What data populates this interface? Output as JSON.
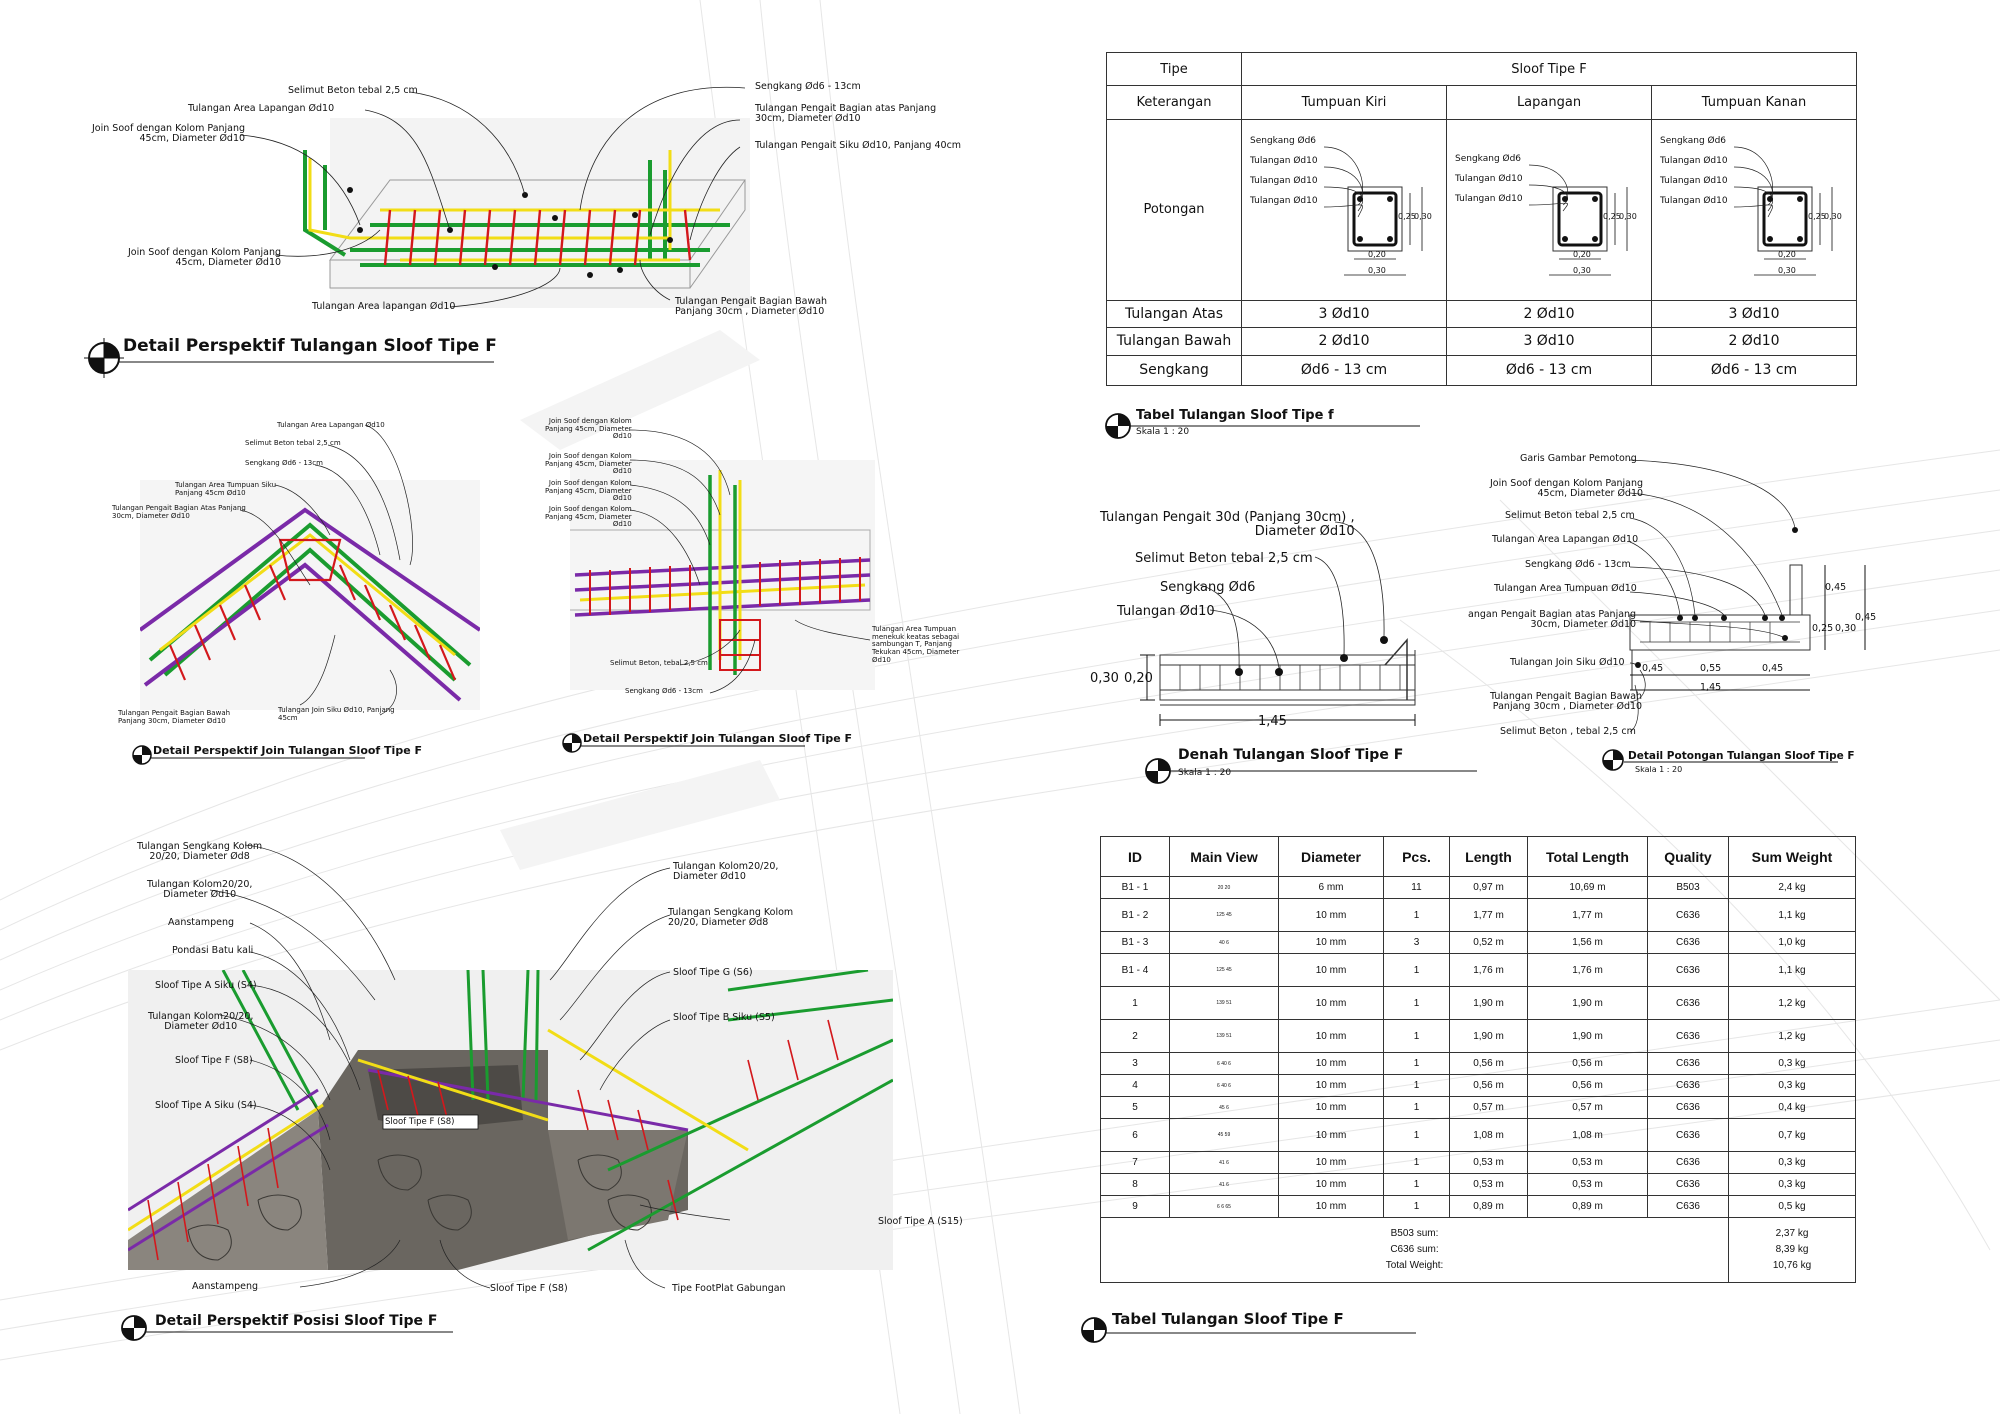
{
  "colors": {
    "green": "#1a9c2f",
    "red": "#d3181c",
    "yellow": "#f2dd16",
    "purple": "#7a2aa8",
    "stone": "#6a6660",
    "line": "#222222"
  },
  "detail1": {
    "title": "Detail Perspektif Tulangan Sloof Tipe F",
    "labels": {
      "selimut": "Selimut Beton tebal 2,5 cm",
      "area_lap_top": "Tulangan Area Lapangan Ød10",
      "join1": "Join Soof dengan Kolom Panjang\n45cm, Diameter Ød10",
      "join2": "Join Soof dengan Kolom Panjang\n45cm, Diameter Ød10",
      "area_lap_bottom": "Tulangan Area lapangan Ød10",
      "sengkang": "Sengkang Ød6 - 13cm",
      "pengait_atas": "Tulangan Pengait Bagian atas Panjang\n30cm, Diameter Ød10",
      "pengait_siku": "Tulangan Pengait Siku Ød10, Panjang 40cm",
      "pengait_bawah": "Tulangan Pengait Bagian Bawah\nPanjang 30cm , Diameter Ød10"
    }
  },
  "detail2": {
    "title": "Detail Perspektif Join Tulangan Sloof Tipe F",
    "labels": {
      "a": "Tulangan Area Lapangan Ød10",
      "b": "Selimut Beton tebal 2,5 cm",
      "c": "Sengkang Ød6 - 13cm",
      "d": "Tulangan Area Tumpuan Siku\nPanjang 45cm Ød10",
      "e": "Tulangan Pengait Bagian Atas Panjang\n30cm, Diameter Ød10",
      "f": "Tulangan Pengait Bagian Bawah\nPanjang 30cm, Diameter Ød10",
      "g": "Tulangan Join Siku Ød10, Panjang\n45cm"
    }
  },
  "detail3": {
    "title": "Detail Perspektif Join Tulangan Sloof Tipe F",
    "labels": {
      "a": "Join Soof dengan Kolom\nPanjang 45cm, Diameter\nØd10",
      "b": "Join Soof dengan Kolom\nPanjang 45cm, Diameter\nØd10",
      "c": "Join Soof dengan Kolom\nPanjang 45cm, Diameter\nØd10",
      "d": "Join Soof dengan Kolom\nPanjang 45cm, Diameter\nØd10",
      "e": "Tulangan Area Tumpuan\nmenekuk keatas sebagai\nsambungan T, Panjang\nTekukan 45cm, Diameter\nØd10",
      "f": "Selimut Beton, tebal 2,5 cm",
      "g": "Sengkang Ød6 - 13cm"
    }
  },
  "detail4": {
    "title": "Detail Perspektif Posisi Sloof Tipe F",
    "labels": {
      "a": "Tulangan Sengkang Kolom\n20/20, Diameter Ød8",
      "b": "Tulangan Kolom20/20,\nDiameter Ød10",
      "c": "Aanstampeng",
      "d": "Pondasi Batu kali",
      "e": "Sloof Tipe A Siku (S4)",
      "f": "Tulangan Kolom20/20,\nDiameter Ød10",
      "g": "Sloof Tipe F (S8)",
      "h": "Sloof Tipe A Siku (S4)",
      "i": "Aanstampeng",
      "j": "Sloof Tipe F (S8)",
      "k": "Tipe FootPlat Gabungan",
      "l": "Sloof Tipe A (S15)",
      "m": "Tulangan Kolom20/20,\nDiameter Ød10",
      "n": "Tulangan Sengkang Kolom\n20/20, Diameter Ød8",
      "o": "Sloof Tipe G (S6)",
      "p": "Sloof Tipe B Siku (S5)",
      "tag": "Sloof Tipe F (S8)"
    }
  },
  "table_f": {
    "title": "Tabel Tulangan Sloof Tipe f",
    "scale": "Skala 1 : 20",
    "tipe_label": "Tipe",
    "tipe_value": "Sloof Tipe F",
    "keterangan_label": "Keterangan",
    "columns": [
      "Tumpuan Kiri",
      "Lapangan",
      "Tumpuan Kanan"
    ],
    "potongan_label": "Potongan",
    "sections": [
      {
        "labels": [
          "Sengkang Ød6",
          "Tulangan Ød10",
          "Tulangan Ød10",
          "Tulangan Ød10"
        ],
        "dim_h": "0,25",
        "dim_h2": "0,30",
        "dim_w": "0,20",
        "dim_w2": "0,30"
      },
      {
        "labels": [
          "Sengkang Ød6",
          "Tulangan Ød10",
          "Tulangan Ød10"
        ],
        "dim_h": "0,25",
        "dim_h2": "0,30",
        "dim_w": "0,20",
        "dim_w2": "0,30"
      },
      {
        "labels": [
          "Sengkang Ød6",
          "Tulangan Ød10",
          "Tulangan Ød10",
          "Tulangan Ød10"
        ],
        "dim_h": "0,25",
        "dim_h2": "0,30",
        "dim_w": "0,20",
        "dim_w2": "0,30"
      }
    ],
    "rows": [
      {
        "label": "Tulangan Atas",
        "values": [
          "3  Ød10",
          "2  Ød10",
          "3  Ød10"
        ]
      },
      {
        "label": "Tulangan Bawah",
        "values": [
          "2  Ød10",
          "3  Ød10",
          "2  Ød10"
        ]
      },
      {
        "label": "Sengkang",
        "values": [
          "Ød6 - 13 cm",
          "Ød6 - 13 cm",
          "Ød6 - 13 cm"
        ]
      }
    ]
  },
  "denah": {
    "title": "Denah Tulangan Sloof Tipe F",
    "scale": "Skala 1 : 20",
    "labels": {
      "pengait": "Tulangan Pengait 30d (Panjang 30cm) ,\nDiameter Ød10",
      "selimut": "Selimut Beton tebal 2,5 cm",
      "sengkang": "Sengkang Ød6",
      "tulangan": "Tulangan Ød10"
    },
    "dims": {
      "h1": "0,30",
      "h2": "0,20",
      "length": "1,45"
    }
  },
  "potongan": {
    "title": "Detail Potongan Tulangan Sloof Tipe F",
    "scale": "Skala 1 : 20",
    "labels": {
      "a": "Garis Gambar Pemotong",
      "b": "Join Soof dengan Kolom Panjang\n45cm, Diameter Ød10",
      "c": "Selimut Beton tebal 2,5 cm",
      "d": "Tulangan Area Lapangan Ød10",
      "e": "Sengkang Ød6 - 13cm",
      "f": "Tulangan Area Tumpuan Ød10",
      "g": "angan Pengait Bagian atas Panjang\n30cm, Diameter Ød10",
      "h": "Tulangan Join Siku Ød10",
      "i": "Tulangan Pengait Bagian Bawah\nPanjang 30cm , Diameter Ød10",
      "j": "Selimut Beton , tebal 2,5 cm"
    },
    "dims": {
      "v1": "0,45",
      "v2": "0,45",
      "v3": "0,25",
      "v4": "0,30",
      "s1": "0,45",
      "s2": "0,55",
      "s3": "0,45",
      "total": "1,45"
    }
  },
  "bbs": {
    "title": "Tabel Tulangan Sloof Tipe F",
    "headers": [
      "ID",
      "Main View",
      "Diameter",
      "Pcs.",
      "Length",
      "Total Length",
      "Quality",
      "Sum Weight"
    ],
    "rows": [
      {
        "id": "B1 - 1",
        "view": "20 20",
        "dia": "6 mm",
        "pcs": "11",
        "len": "0,97 m",
        "total": "10,69 m",
        "q": "B503",
        "w": "2,4 kg"
      },
      {
        "id": "B1 - 2",
        "view": "125 45",
        "dia": "10 mm",
        "pcs": "1",
        "len": "1,77 m",
        "total": "1,77 m",
        "q": "C636",
        "w": "1,1 kg"
      },
      {
        "id": "B1 - 3",
        "view": "40 6",
        "dia": "10 mm",
        "pcs": "3",
        "len": "0,52 m",
        "total": "1,56 m",
        "q": "C636",
        "w": "1,0 kg"
      },
      {
        "id": "B1 - 4",
        "view": "125 45",
        "dia": "10 mm",
        "pcs": "1",
        "len": "1,76 m",
        "total": "1,76 m",
        "q": "C636",
        "w": "1,1 kg"
      },
      {
        "id": "1",
        "view": "139 51",
        "dia": "10 mm",
        "pcs": "1",
        "len": "1,90 m",
        "total": "1,90 m",
        "q": "C636",
        "w": "1,2 kg"
      },
      {
        "id": "2",
        "view": "139 51",
        "dia": "10 mm",
        "pcs": "1",
        "len": "1,90 m",
        "total": "1,90 m",
        "q": "C636",
        "w": "1,2 kg"
      },
      {
        "id": "3",
        "view": "6 40 6",
        "dia": "10 mm",
        "pcs": "1",
        "len": "0,56 m",
        "total": "0,56 m",
        "q": "C636",
        "w": "0,3 kg"
      },
      {
        "id": "4",
        "view": "6 40 6",
        "dia": "10 mm",
        "pcs": "1",
        "len": "0,56 m",
        "total": "0,56 m",
        "q": "C636",
        "w": "0,3 kg"
      },
      {
        "id": "5",
        "view": "45 6",
        "dia": "10 mm",
        "pcs": "1",
        "len": "0,57 m",
        "total": "0,57 m",
        "q": "C636",
        "w": "0,4 kg"
      },
      {
        "id": "6",
        "view": "45 59",
        "dia": "10 mm",
        "pcs": "1",
        "len": "1,08 m",
        "total": "1,08 m",
        "q": "C636",
        "w": "0,7 kg"
      },
      {
        "id": "7",
        "view": "41 6",
        "dia": "10 mm",
        "pcs": "1",
        "len": "0,53 m",
        "total": "0,53 m",
        "q": "C636",
        "w": "0,3 kg"
      },
      {
        "id": "8",
        "view": "41 6",
        "dia": "10 mm",
        "pcs": "1",
        "len": "0,53 m",
        "total": "0,53 m",
        "q": "C636",
        "w": "0,3 kg"
      },
      {
        "id": "9",
        "view": "6 6 65",
        "dia": "10 mm",
        "pcs": "1",
        "len": "0,89 m",
        "total": "0,89 m",
        "q": "C636",
        "w": "0,5 kg"
      }
    ],
    "sums": [
      {
        "label": "B503 sum:",
        "value": "2,37 kg"
      },
      {
        "label": "C636 sum:",
        "value": "8,39 kg"
      },
      {
        "label": "Total Weight:",
        "value": "10,76 kg"
      }
    ]
  }
}
